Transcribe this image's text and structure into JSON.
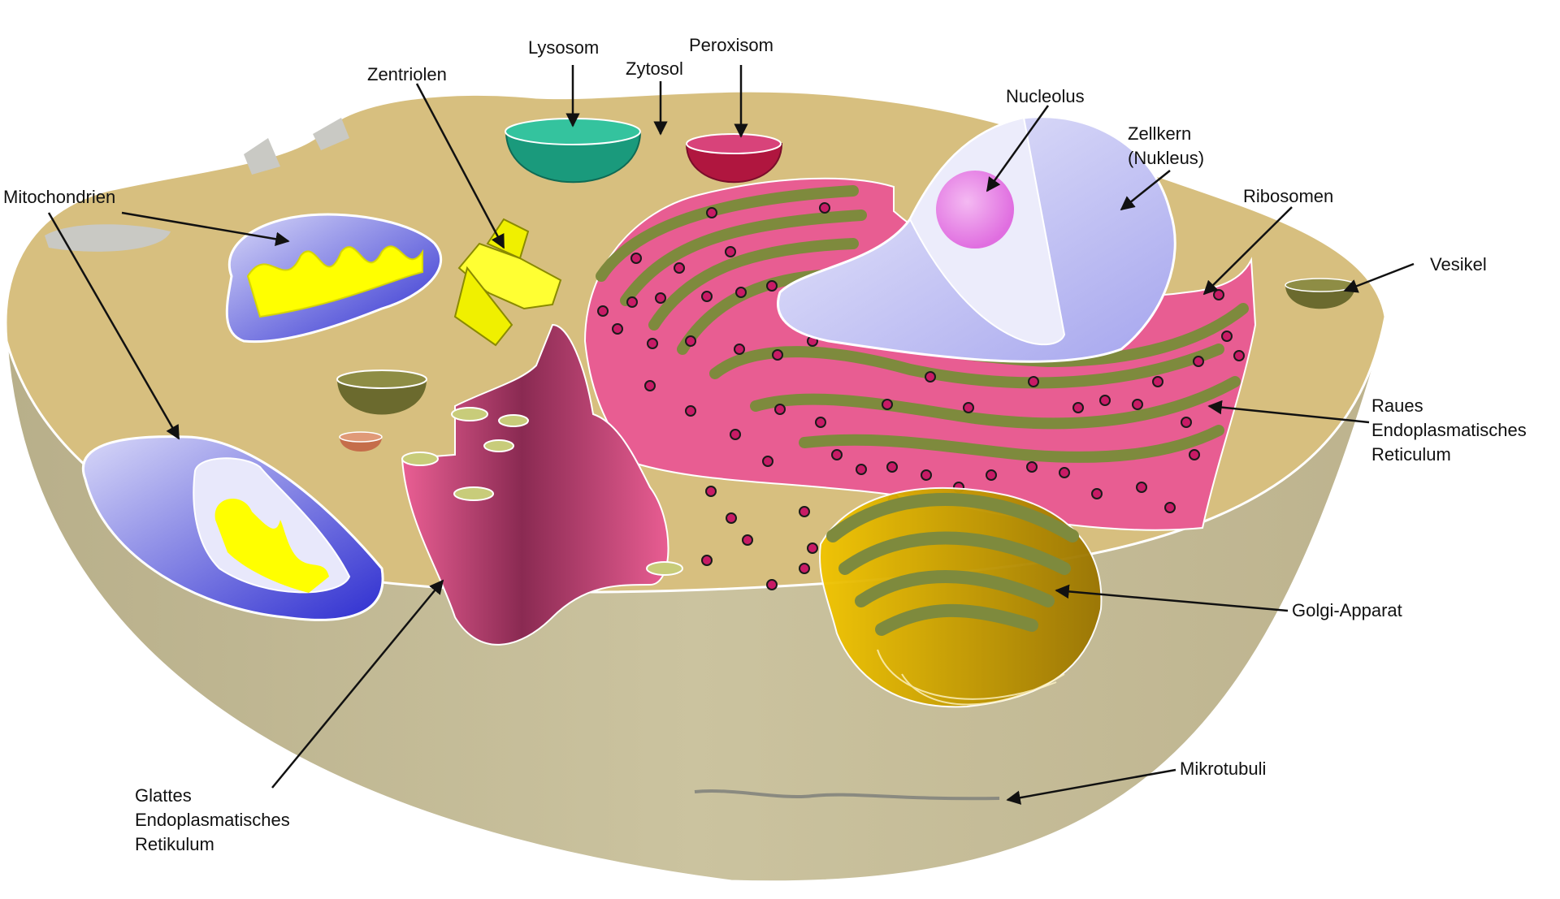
{
  "labels": {
    "lysosom": "Lysosom",
    "peroxisom": "Peroxisom",
    "zytosol": "Zytosol",
    "zentriolen": "Zentriolen",
    "nucleolus": "Nucleolus",
    "zellkern": [
      "Zellkern",
      "(Nukleus)"
    ],
    "mitochondrien": "Mitochondrien",
    "ribosomen": "Ribosomen",
    "vesikel": "Vesikel",
    "raues_er": [
      "Raues",
      "Endoplasmatisches",
      "Reticulum"
    ],
    "golgi": "Golgi-Apparat",
    "mikrotubuli": "Mikrotubuli",
    "glattes_er": [
      "Glattes",
      "Endoplasmatisches",
      "Retikulum"
    ]
  },
  "colors": {
    "cytosol_top": "#d7bf7f",
    "cytosol_wall": "#bdb38e",
    "lysosome": "#1a9a7c",
    "peroxisome": "#b0163f",
    "vesicle": "#6b6a2e",
    "rough_er": "#e85d92",
    "er_membrane": "#7e8a3d",
    "golgi": "#e6b400",
    "nucleus": "#c7c7f5",
    "nucleolus": "#e98ae6",
    "mitochondrion": "#4747d6",
    "cristae": "#ffff00",
    "centriole": "#ffff33"
  }
}
